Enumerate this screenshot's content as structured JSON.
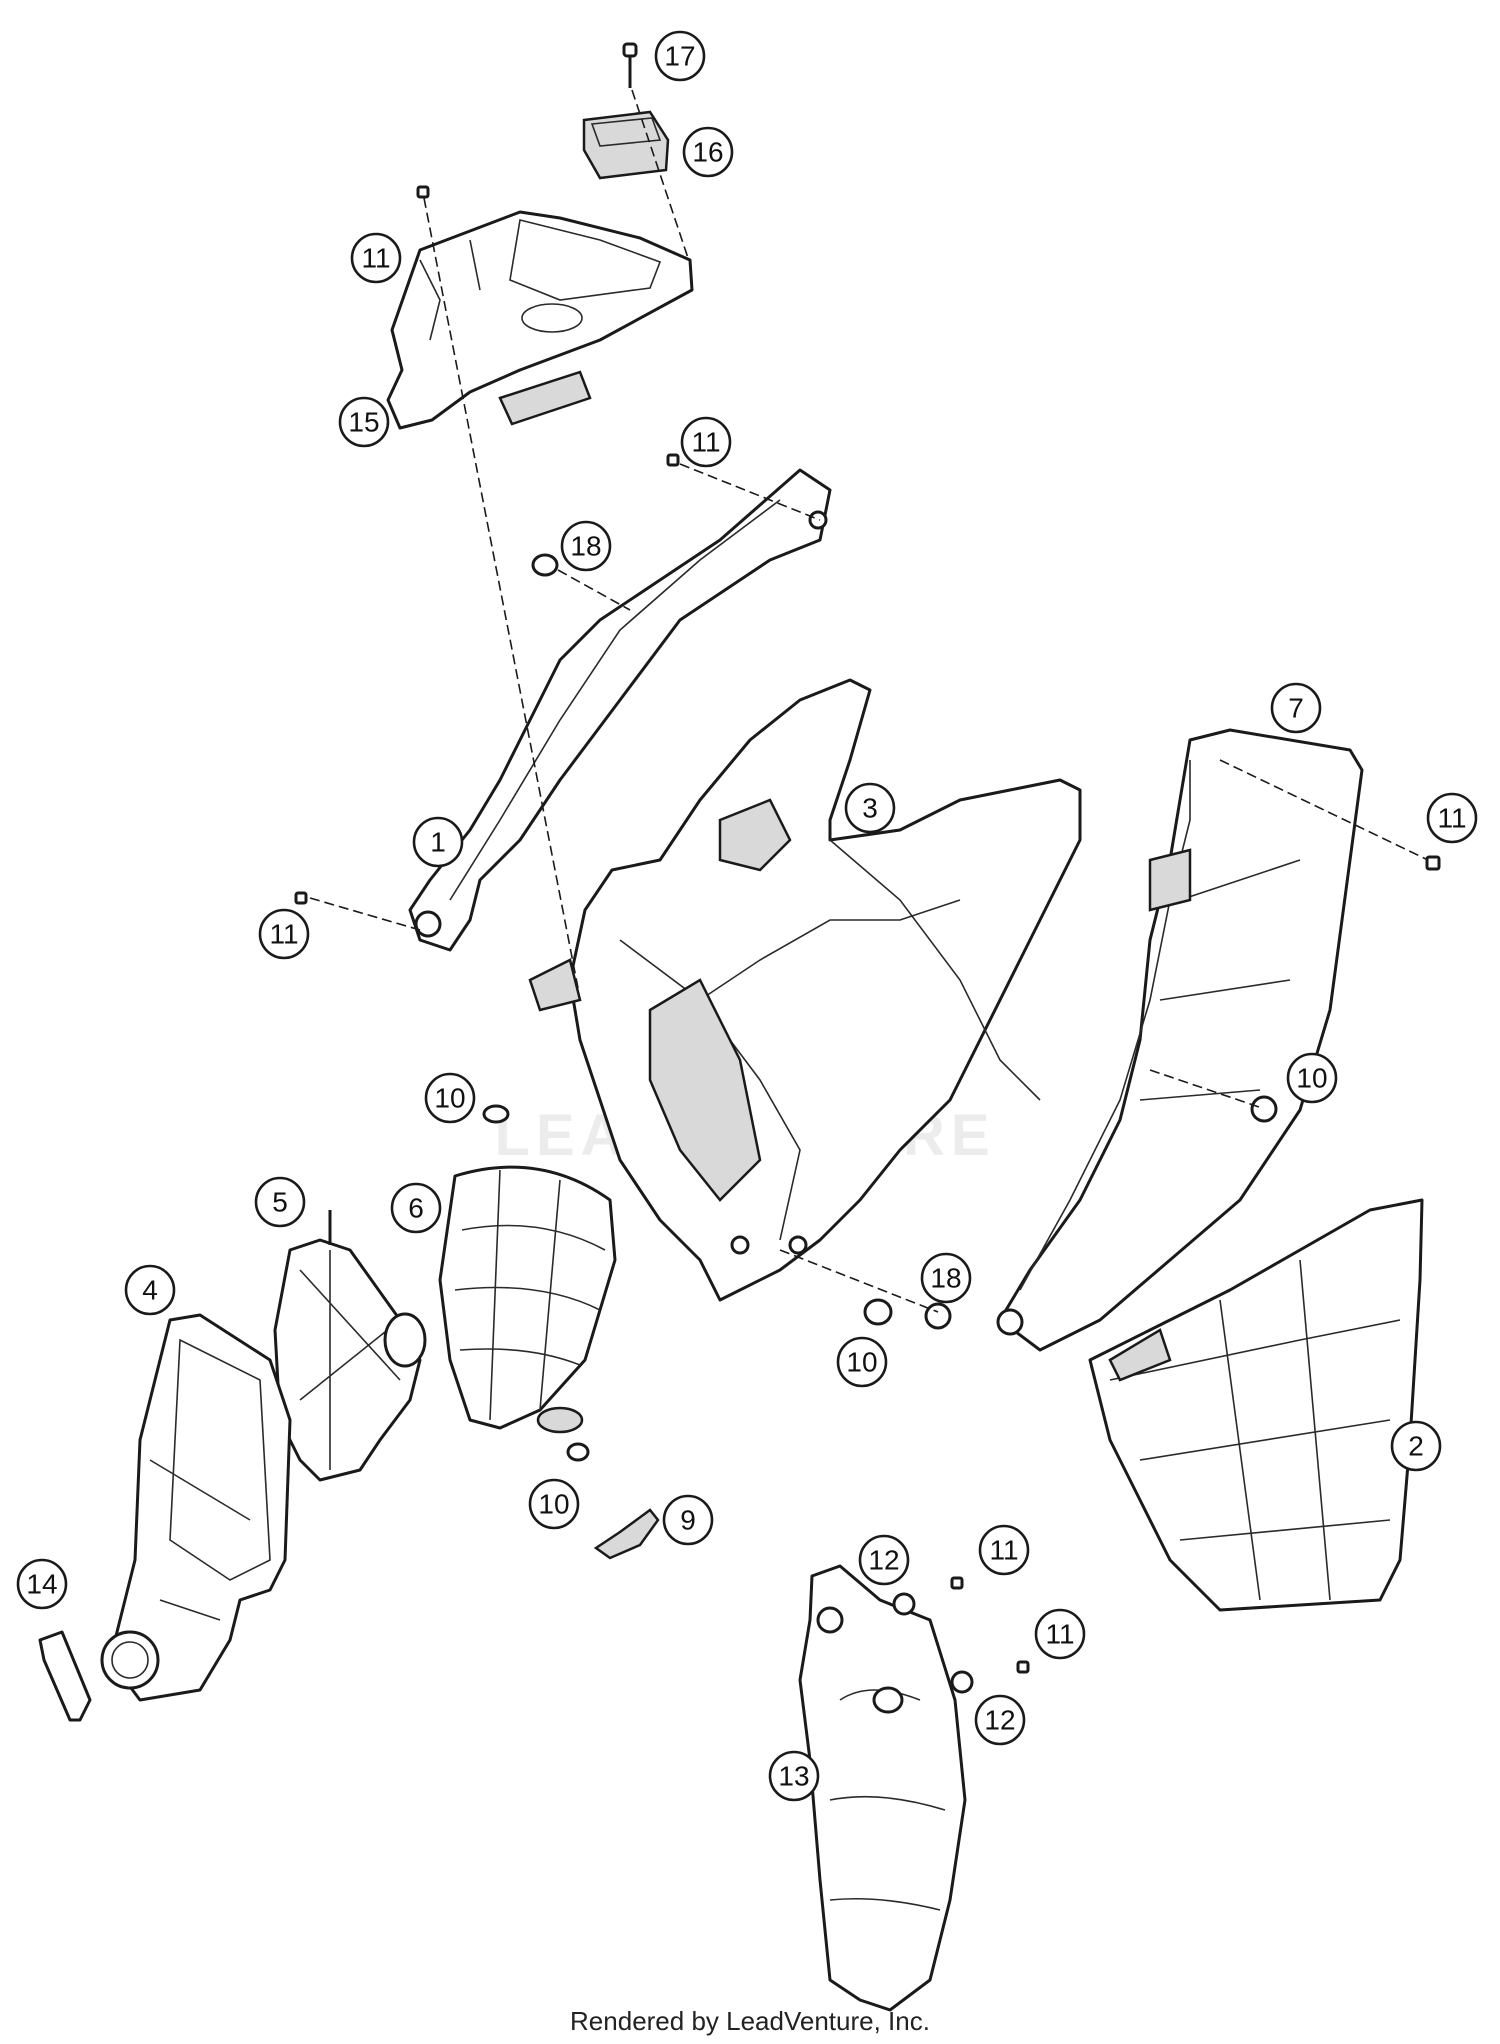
{
  "diagram": {
    "callouts": [
      "17",
      "16",
      "11",
      "15",
      "11",
      "18",
      "1",
      "11",
      "3",
      "7",
      "11",
      "10",
      "10",
      "5",
      "6",
      "4",
      "18",
      "10",
      "2",
      "10",
      "9",
      "14",
      "12",
      "11",
      "11",
      "12",
      "13"
    ],
    "watermark": "LEADVENTURE",
    "footer": "Rendered by LeadVenture, Inc."
  }
}
